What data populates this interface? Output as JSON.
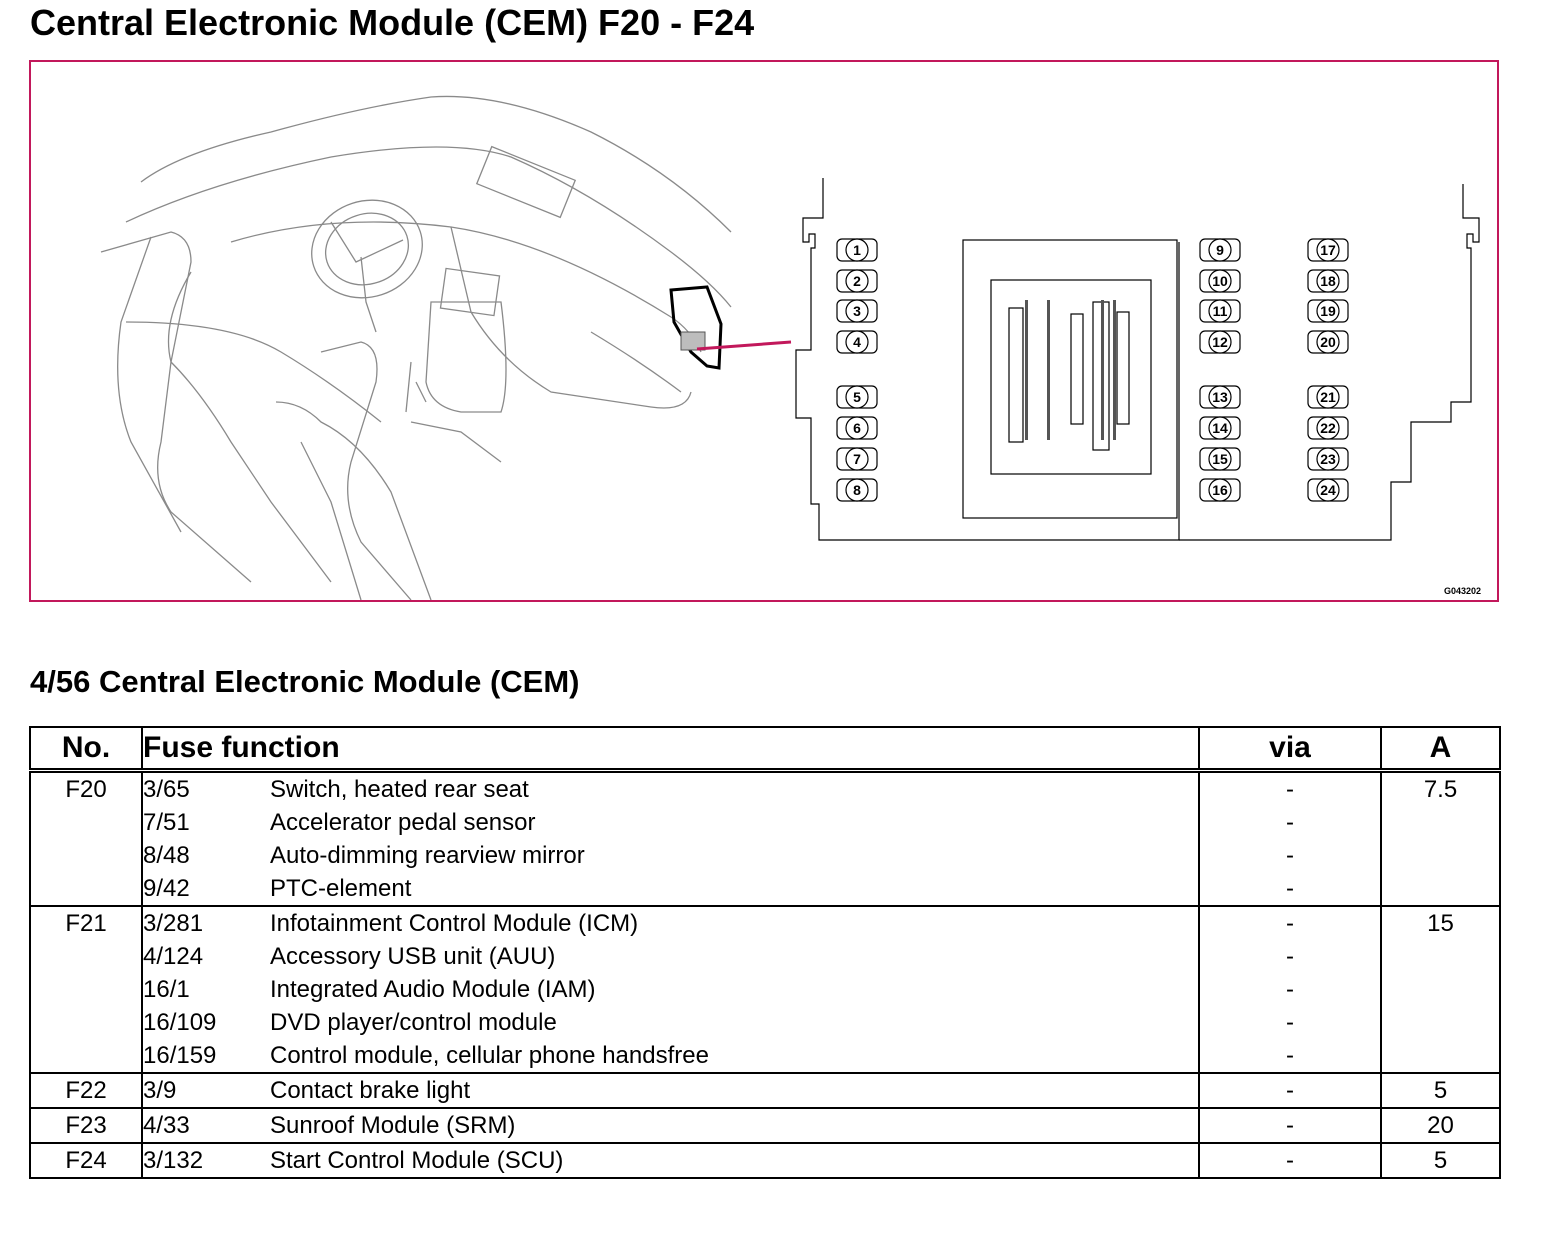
{
  "page": {
    "title": "Central Electronic Module (CEM) F20 - F24",
    "subtitle": "4/56 Central Electronic Module (CEM)"
  },
  "figure": {
    "code": "G043202",
    "fuse_labels": [
      "1",
      "2",
      "3",
      "4",
      "5",
      "6",
      "7",
      "8",
      "9",
      "10",
      "11",
      "12",
      "13",
      "14",
      "15",
      "16",
      "17",
      "18",
      "19",
      "20",
      "21",
      "22",
      "23",
      "24"
    ],
    "accent_color": "#c2185b"
  },
  "table": {
    "headers": {
      "no": "No.",
      "function": "Fuse function",
      "via": "via",
      "amps": "A"
    },
    "rows": [
      {
        "no": "F20",
        "amps": "7.5",
        "items": [
          {
            "ref": "3/65",
            "desc": "Switch, heated rear seat",
            "via": "-"
          },
          {
            "ref": "7/51",
            "desc": "Accelerator pedal sensor",
            "via": "-"
          },
          {
            "ref": "8/48",
            "desc": "Auto-dimming rearview mirror",
            "via": "-"
          },
          {
            "ref": "9/42",
            "desc": "PTC-element",
            "via": "-"
          }
        ]
      },
      {
        "no": "F21",
        "amps": "15",
        "items": [
          {
            "ref": "3/281",
            "desc": "Infotainment Control Module (ICM)",
            "via": "-"
          },
          {
            "ref": "4/124",
            "desc": "Accessory USB unit (AUU)",
            "via": "-"
          },
          {
            "ref": "16/1",
            "desc": "Integrated Audio Module (IAM)",
            "via": "-"
          },
          {
            "ref": "16/109",
            "desc": "DVD player/control module",
            "via": "-"
          },
          {
            "ref": "16/159",
            "desc": "Control module, cellular phone handsfree",
            "via": "-"
          }
        ]
      },
      {
        "no": "F22",
        "amps": "5",
        "items": [
          {
            "ref": "3/9",
            "desc": "Contact brake light",
            "via": "-"
          }
        ]
      },
      {
        "no": "F23",
        "amps": "20",
        "items": [
          {
            "ref": "4/33",
            "desc": "Sunroof Module (SRM)",
            "via": "-"
          }
        ]
      },
      {
        "no": "F24",
        "amps": "5",
        "items": [
          {
            "ref": "3/132",
            "desc": "Start Control Module (SCU)",
            "via": "-"
          }
        ]
      }
    ]
  }
}
